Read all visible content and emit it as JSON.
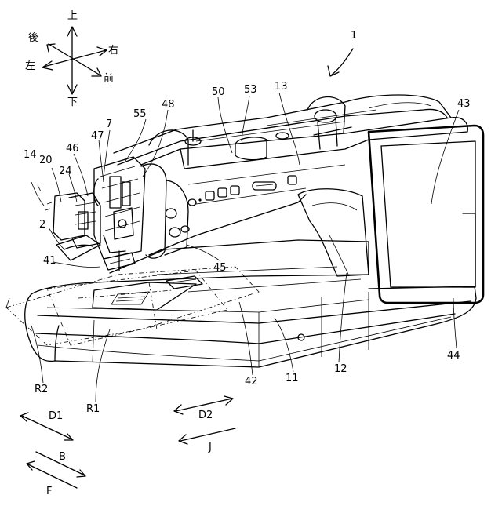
{
  "figure": {
    "ref_main": "1",
    "directions": {
      "up": "上",
      "down": "下",
      "left": "左",
      "right": "右",
      "rear": "後",
      "front": "前"
    },
    "reference_numerals": [
      "53",
      "13",
      "50",
      "43",
      "48",
      "55",
      "7",
      "47",
      "46",
      "14",
      "20",
      "24",
      "2",
      "41",
      "45",
      "42",
      "11",
      "12",
      "44",
      "R2",
      "R1",
      "D2",
      "J",
      "D1",
      "B",
      "F"
    ]
  }
}
